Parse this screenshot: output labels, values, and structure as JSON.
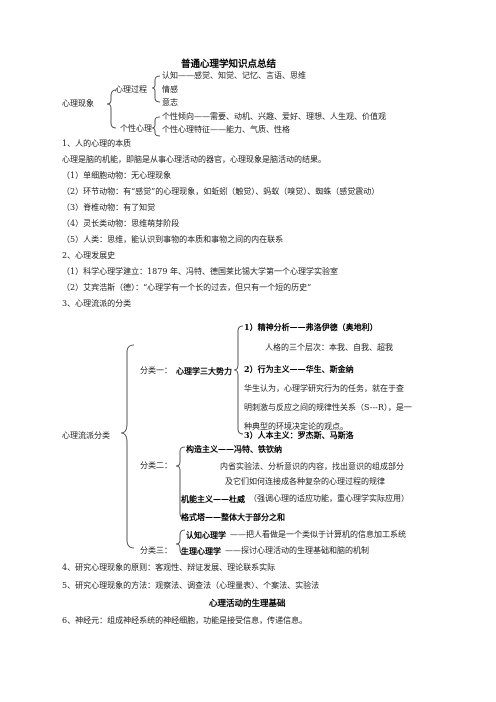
{
  "title": "普通心理学知识点总结",
  "tree1": {
    "root": "心理现象",
    "process": {
      "label": "心理过程",
      "items": [
        "认知——感觉、知觉、记忆、言语、思维",
        "情感",
        "意志"
      ]
    },
    "personality": {
      "label": "个性心理",
      "items": [
        "个性倾向——需要、动机、兴趣、爱好、理想、人生观、价值观",
        "个性心理特征——能力、气质、性格"
      ]
    }
  },
  "sec1": {
    "heading": "1、人的心理的本质",
    "body": "心理是脑的机能，即脑是从事心理活动的器官，心理现象是脑活动的结果。",
    "items": [
      "（1）单细胞动物：无心理现象",
      "（2）环节动物：有“感觉”的心理现象，如蚯蚓（触觉）、蚂蚁（嗅觉）、蜘蛛（感觉震动）",
      "（3）脊椎动物：有了知觉",
      "（4）灵长类动物：思维萌芽阶段",
      "（5）人类：思维，能认识到事物的本质和事物之间的内在联系"
    ]
  },
  "sec2": {
    "heading": "2、心理发展史",
    "items": [
      "（1）科学心理学建立：1879 年、冯特、德国莱比锡大学第一个心理学实验室",
      "（2）艾宾浩斯（德）：“心理学有一个长的过去，但只有一个短的历史”"
    ]
  },
  "sec3": {
    "heading": "3、心理流派的分类",
    "root": "心理流派分类",
    "class1": {
      "label": "分类一：",
      "name": "心理学三大势力",
      "p1": "1）精神分析——弗洛伊德（奥地利）",
      "p1_sub": "人格的三个层次：本我、自我、超我",
      "p2": "2）行为主义——华生、斯金纳",
      "p2_desc": [
        "华生认为，心理学研究行为的任务，就在于查",
        "明刺激与反应之间的规律性关系（S---R），是一",
        "种典型的环境决定论的观点。"
      ],
      "p3": "3）人本主义：罗杰斯、马斯洛"
    },
    "class2": {
      "label": "分类二：",
      "a_title": "构造主义——冯特、铁钦纳",
      "a_desc": [
        "内省实验法、分析意识的内容，找出意识的组成部分",
        "及它们如何连接成各种复杂的心理过程的规律"
      ],
      "b_title": "机能主义——杜威",
      "b_desc": "（强调心理的适应功能，重心理学实际应用）",
      "c_title": "格式塔——整体大于部分之和"
    },
    "class3": {
      "label": "分类三：",
      "a_title": "认知心理学",
      "a_desc": "——把人看做是一个类似于计算机的信息加工系统",
      "b_title": "生理心理学",
      "b_desc": "——探讨心理活动的生理基础和脑的机制"
    }
  },
  "sec4": "4、研究心理现象的原则：客观性、辩证发展、理论联系实际",
  "sec5": "5、研究心理现象的方法：观察法、调查法（心理量表）、个案法、实验法",
  "subtitle": "心理活动的生理基础",
  "sec6": "6、神经元：组成神经系统的神经细胞，功能是接受信息，传递信息。"
}
